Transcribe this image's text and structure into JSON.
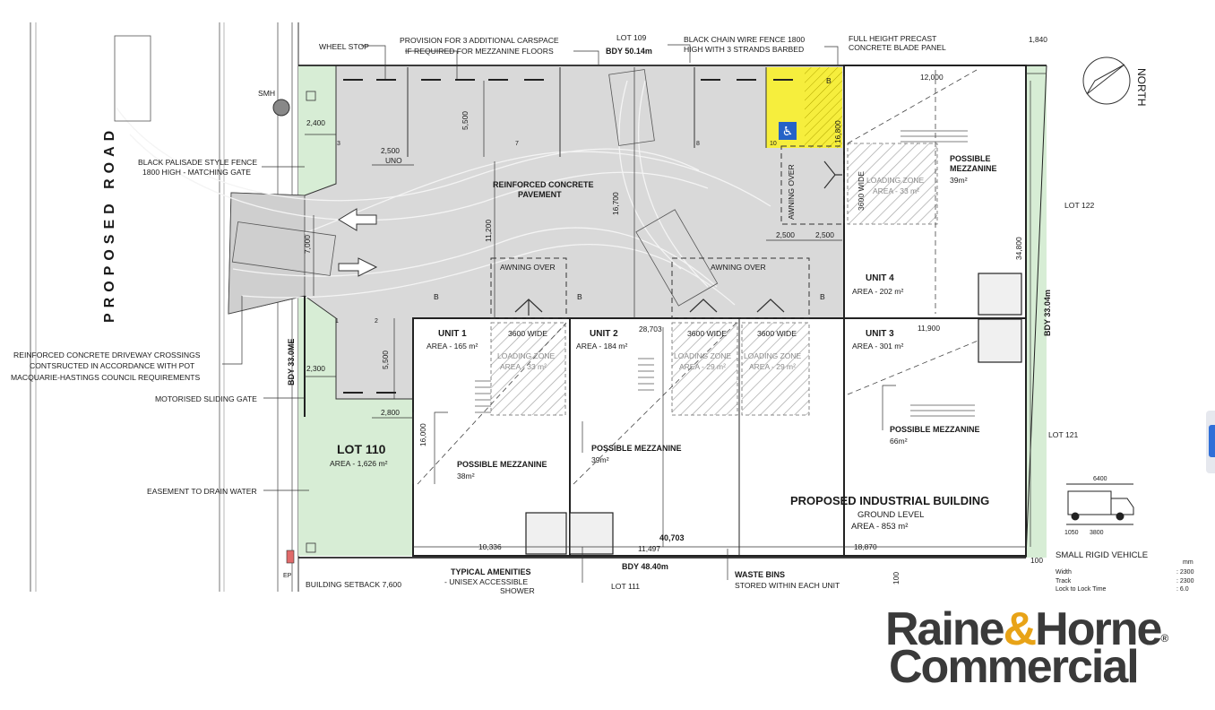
{
  "road": {
    "name": "PROPOSED ROAD"
  },
  "callouts": {
    "wheel_stop": "WHEEL STOP",
    "provision_1": "PROVISION FOR 3 ADDITIONAL CARSPACE",
    "provision_2": "IF REQUIRED FOR MEZZANINE FLOORS",
    "lot109": "LOT 109",
    "bdy_top": "BDY 50.14m",
    "fence_1": "BLACK CHAIN WIRE FENCE 1800",
    "fence_2": "HIGH WITH 3 STRANDS BARBED",
    "blade_1": "FULL HEIGHT PRECAST",
    "blade_2": "CONCRETE BLADE PANEL",
    "smh": "SMH",
    "palisade_1": "BLACK PALISADE STYLE FENCE",
    "palisade_2": "1800 HIGH - MATCHING GATE",
    "driveway_1": "REINFORCED CONCRETE DRIVEWAY CROSSINGS",
    "driveway_2": "CONTSRUCTED IN ACCORDANCE WITH POT",
    "driveway_3": "MACQUARIE-HASTINGS COUNCIL REQUIREMENTS",
    "sliding_gate": "MOTORISED SLIDING GATE",
    "easement": "EASEMENT TO DRAIN WATER",
    "ep": "EP",
    "setback": "BUILDING SETBACK 7,600",
    "amenities_1": "TYPICAL AMENITIES",
    "amenities_2": "- UNISEX ACCESSIBLE",
    "amenities_3": "SHOWER",
    "bdy_bottom": "BDY 48.40m",
    "lot111": "LOT 111",
    "waste_1": "WASTE BINS",
    "waste_2": "STORED WITHIN EACH UNIT",
    "north": "NORTH",
    "lot122": "LOT 122",
    "lot121": "LOT 121",
    "bdy_right": "BDY 33.04m",
    "bdy_left": "BDY 33.0ME"
  },
  "pavement": {
    "line1": "REINFORCED CONCRETE",
    "line2": "PAVEMENT"
  },
  "awnings": {
    "left": "AWNING OVER",
    "right": "AWNING OVER",
    "vertical": "AWNING OVER"
  },
  "loading": {
    "wide": "3600 WIDE",
    "zone": "LOADING ZONE",
    "area33": "AREA - 33 m²",
    "area29": "AREA - 29 m²"
  },
  "units": [
    {
      "name": "UNIT 1",
      "area": "AREA - 165 m²"
    },
    {
      "name": "UNIT 2",
      "area": "AREA - 184 m²"
    },
    {
      "name": "UNIT 3",
      "area": "AREA - 301 m²"
    },
    {
      "name": "UNIT 4",
      "area": "AREA - 202 m²"
    }
  ],
  "mezzanines": [
    {
      "label": "POSSIBLE MEZZANINE",
      "area": "38m²"
    },
    {
      "label": "POSSIBLE MEZZANINE",
      "area": "39m²"
    },
    {
      "label": "POSSIBLE MEZZANINE",
      "area": "66m²"
    },
    {
      "label": "POSSIBLE",
      "label2": "MEZZANINE",
      "area": "39m²"
    }
  ],
  "lot110": {
    "name": "LOT 110",
    "area": "AREA - 1,626 m²"
  },
  "building": {
    "title": "PROPOSED INDUSTRIAL BUILDING",
    "level": "GROUND LEVEL",
    "area": "AREA - 853 m²"
  },
  "dimensions": {
    "d1840": "1,840",
    "d12000": "12,000",
    "d2400": "2,400",
    "d2500_uno": "2,500",
    "uno": "UNO",
    "d5500a": "5,500",
    "d16700": "16,700",
    "d16800": "16,800",
    "d11200": "11,200",
    "d2500a": "2,500",
    "d2500b": "2,500",
    "d34800": "34,800",
    "d7000": "7,000",
    "d28703": "28,703",
    "d11900": "11,900",
    "d5500b": "5,500",
    "d2300": "2,300",
    "d2800": "2,800",
    "d16000": "16,000",
    "d10336": "10,336",
    "d11497": "11,497",
    "d40703": "40,703",
    "d18870": "18,870",
    "d100a": "100",
    "d100b": "100"
  },
  "bays": [
    "3",
    "7",
    "8",
    "10",
    "B",
    "B",
    "B",
    "B",
    "1",
    "2"
  ],
  "vehicle": {
    "length": "6400",
    "d1050": "1050",
    "d3800": "3800",
    "title": "SMALL RIGID VEHICLE",
    "unit": "mm",
    "width_lbl": "Width",
    "width_val": ": 2300",
    "track_lbl": "Track",
    "track_val": ": 2300",
    "lock_lbl": "Lock to Lock Time",
    "lock_val": ": 6.0"
  },
  "brand": {
    "word1": "Raine",
    "amp": "&",
    "word2": "Horne",
    "reg": "®",
    "line2": "Commercial"
  },
  "colors": {
    "lot_green": "#d7edd5",
    "pavement": "#d9d9d9",
    "accessible": "#f6ee3d",
    "access_blue": "#2563c7",
    "brand_amp": "#e8a317",
    "brand_text": "#3a3a3a"
  }
}
